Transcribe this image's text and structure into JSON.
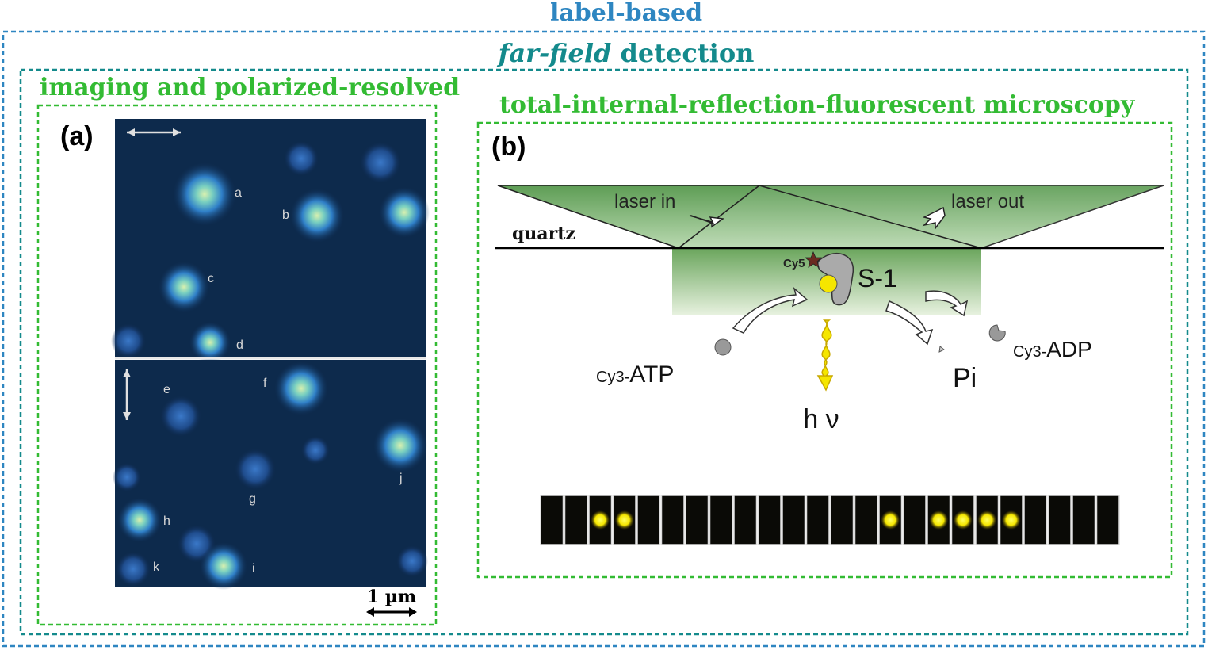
{
  "headings": {
    "outer": "label-based",
    "middle_italic": "far-field",
    "middle_rest": " detection",
    "left_box": "imaging and polarized-resolved",
    "right_box": "total-internal-reflection-fluorescent microscopy"
  },
  "panel_a": {
    "label": "(a)",
    "top_spot_labels": [
      "a",
      "b",
      "c",
      "d"
    ],
    "bottom_spot_labels": [
      "e",
      "f",
      "g",
      "h",
      "i",
      "j",
      "k"
    ],
    "scale_bar": "1 µm"
  },
  "panel_b": {
    "label": "(b)",
    "laser_in": "laser in",
    "laser_out": "laser out",
    "quartz": "quartz",
    "cy5": "Cy5",
    "s1": "S-1",
    "cy3_atp_prefix": "Cy3-",
    "cy3_atp_main": "ATP",
    "cy3_adp_prefix": "Cy3-",
    "cy3_adp_main": "ADP",
    "pi": "Pi",
    "h_nu": "h ν",
    "frame_strip_on": [
      0,
      0,
      1,
      1,
      0,
      0,
      0,
      0,
      0,
      0,
      0,
      0,
      0,
      0,
      1,
      0,
      1,
      1,
      1,
      1,
      0,
      0,
      0,
      0
    ]
  },
  "colors": {
    "outer_blue": "#2e86c1",
    "teal": "#148a8c",
    "green": "#33bb33",
    "laser_green": "#6aa55c",
    "spot_yellow": "#f5e600"
  }
}
